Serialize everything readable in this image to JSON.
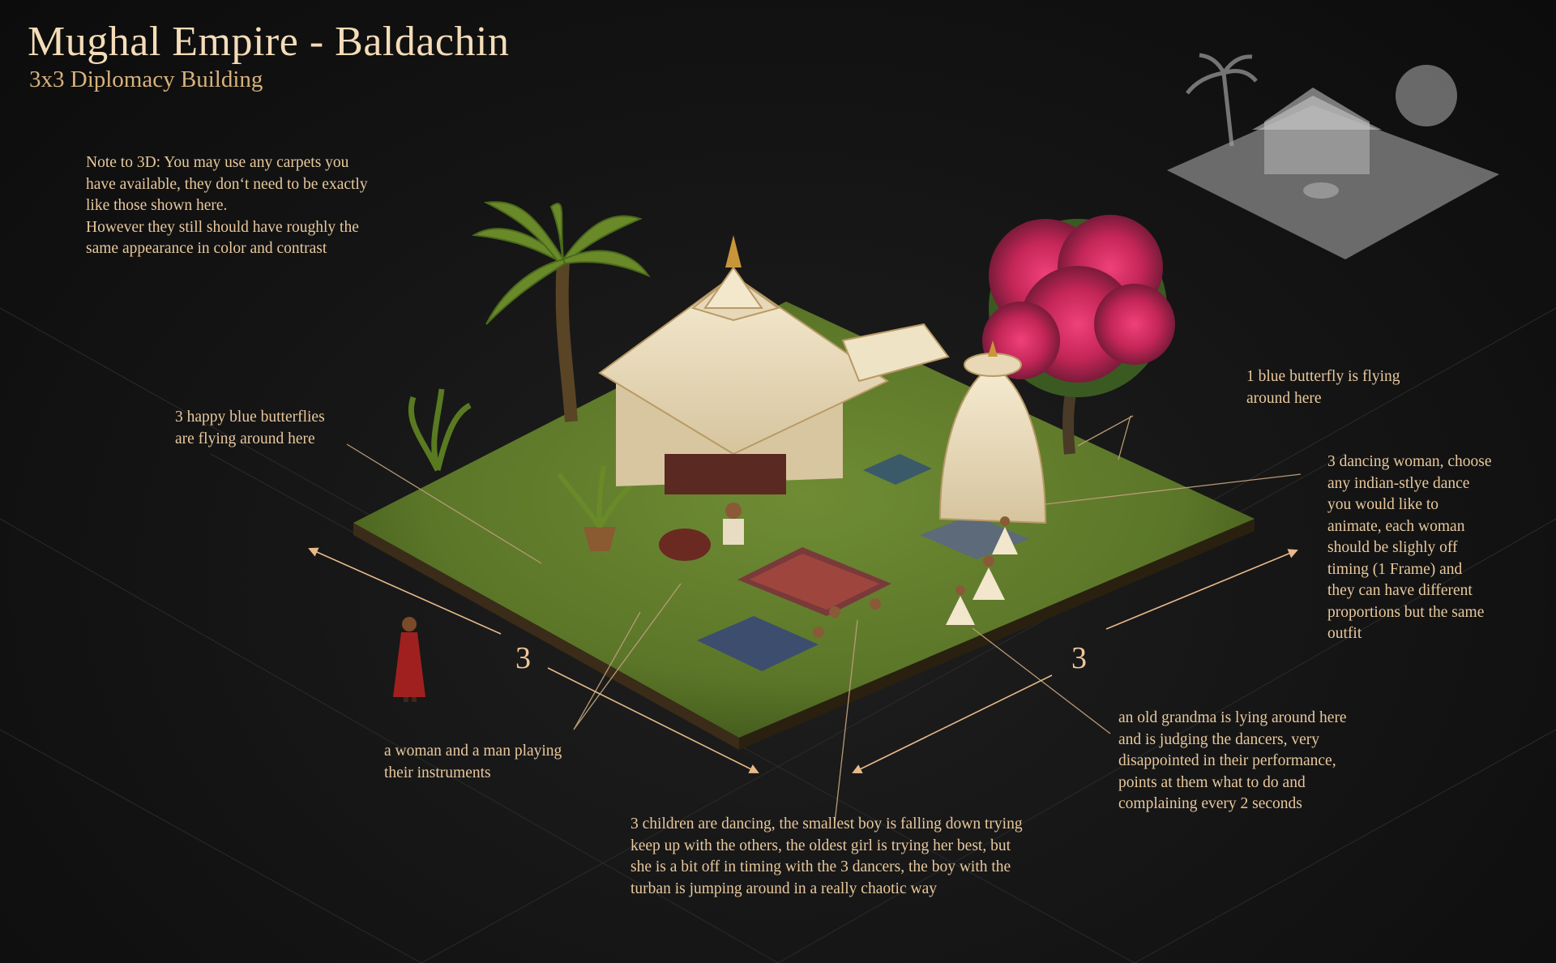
{
  "header": {
    "title": "Mughal Empire - Baldachin",
    "subtitle": "3x3 Diplomacy Building"
  },
  "dimensions": {
    "left": "3",
    "right": "3"
  },
  "annotations": {
    "note_3d": [
      "Note to 3D: You may use any carpets you",
      "have available, they don‘t need to be exactly",
      "like those shown here.",
      "However they still should have roughly the",
      "same appearance in color and contrast"
    ],
    "butterflies_three": [
      "3 happy blue butterflies",
      "are flying around here"
    ],
    "butterfly_one": [
      "1 blue butterfly is flying",
      "around here"
    ],
    "dancing_women": [
      "3 dancing woman, choose",
      "any indian-stlye dance",
      "you would like to",
      "animate, each woman",
      "should be slighly off",
      "timing (1 Frame) and",
      "they can have different",
      "proportions but the same",
      "outfit"
    ],
    "musicians": [
      "a woman and a man playing",
      "their instruments"
    ],
    "grandma": [
      "an old grandma is lying around here",
      "and is judging the dancers, very",
      "disappointed in their performance,",
      "points at them what to do and",
      "complaining every 2 seconds"
    ],
    "children": [
      "3 children are dancing, the smallest boy is falling down trying",
      "keep up with the others, the oldest girl is trying her best, but",
      "she is a bit off in timing with the 3 dancers, the boy with the",
      "turban is jumping around in a really chaotic way"
    ]
  },
  "colors": {
    "text": "#e8c89c",
    "title": "#f4dcb8",
    "leader_line": "#b89a76",
    "arrow": "#e8b98a",
    "grass": "#5e7a2a",
    "tent": "#efe3c6",
    "flowers": "#e0326e"
  }
}
